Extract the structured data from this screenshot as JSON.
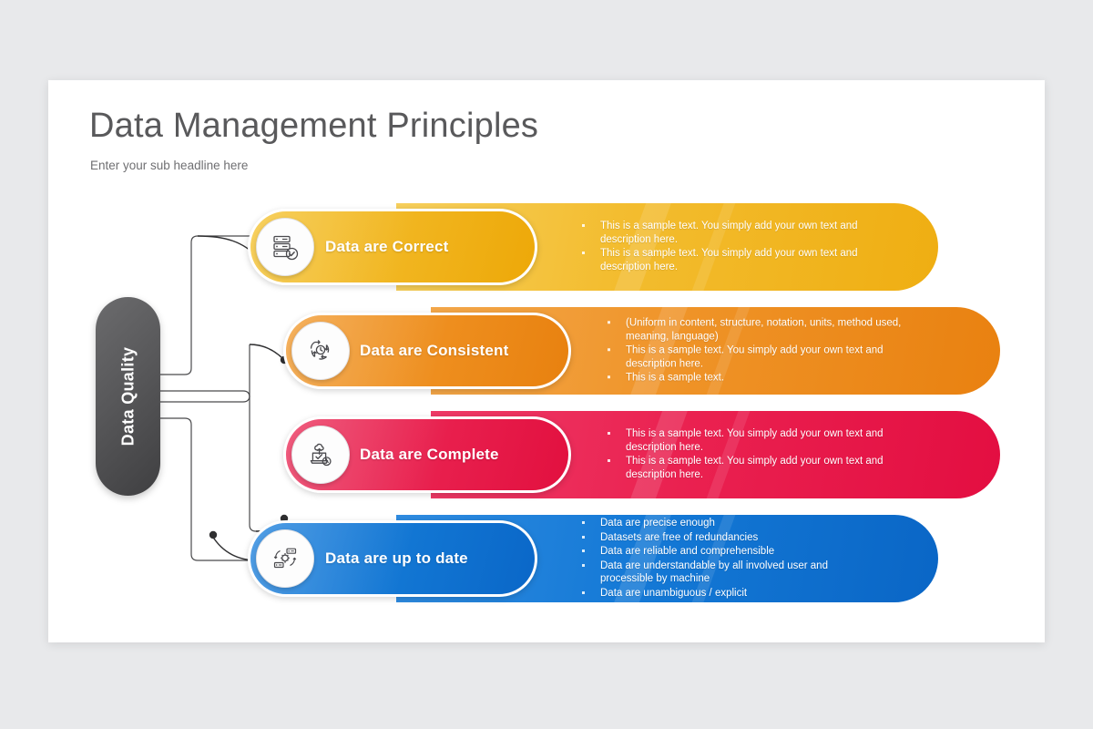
{
  "slide": {
    "title": "Data Management Principles",
    "subtitle": "Enter your sub headline here",
    "hub_label": "Data Quality",
    "background_color": "#e8e9eb",
    "card_color": "#ffffff",
    "hub_color": "#58585a"
  },
  "rows": [
    {
      "label": "Data are Correct",
      "icon": "server-check-icon",
      "color": "#F0B400",
      "color_dark": "#E8A400",
      "bullets": [
        "This is a sample text. You simply add your own text and description here.",
        "This is a sample text. You simply add your own text and description here."
      ]
    },
    {
      "label": "Data are Consistent",
      "icon": "cycle-refresh-icon",
      "color": "#EE8B16",
      "color_dark": "#E58011",
      "bullets": [
        "(Uniform in content, structure, notation, units, method used, meaning, language)",
        "This is a sample text. You simply add your own text and description here.",
        "This is a sample text."
      ]
    },
    {
      "label": "Data are Complete",
      "icon": "laptop-cloud-clock-icon",
      "color": "#E8174A",
      "color_dark": "#DD0F42",
      "bullets": [
        "This is a sample text. You simply add your own text and description here.",
        "This is a sample text. You simply add your own text and description here."
      ]
    },
    {
      "label": "Data are up to date",
      "icon": "gear-servers-sync-icon",
      "color": "#0D6FD0",
      "color_dark": "#0B63BE",
      "bullets": [
        "Data are precise enough",
        "Datasets are free of redundancies",
        "Data are reliable and comprehensible",
        "Data are understandable by all involved user and processible by machine",
        "Data are unambiguous / explicit"
      ]
    }
  ]
}
